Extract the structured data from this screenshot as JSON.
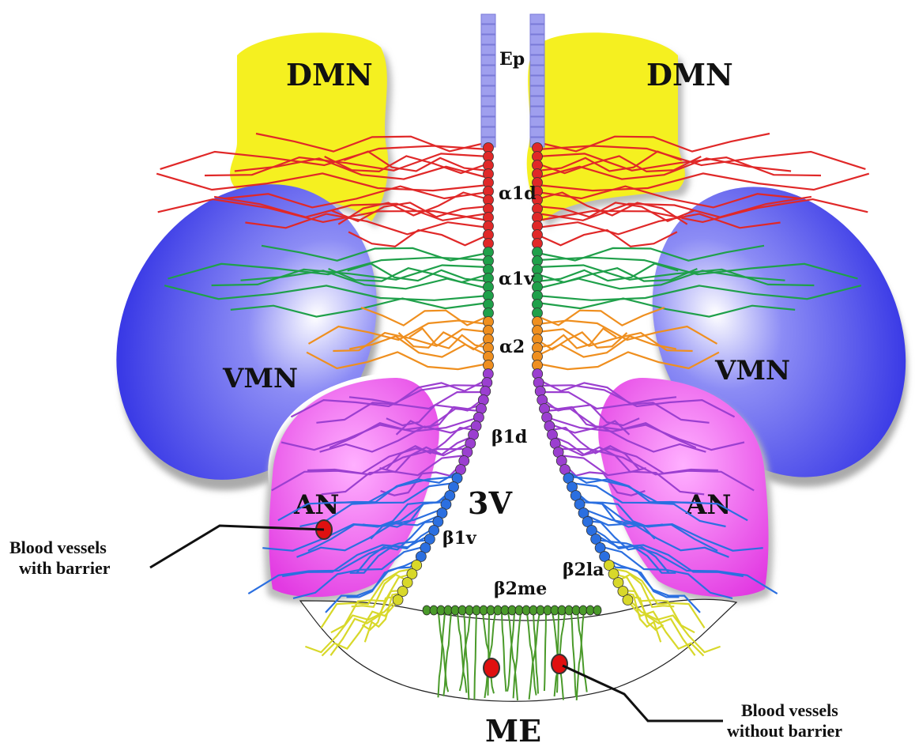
{
  "regions": {
    "dmn_left": "DMN",
    "dmn_right": "DMN",
    "vmn_left": "VMN",
    "vmn_right": "VMN",
    "an_left": "AN",
    "an_right": "AN",
    "third_ventricle": "3V",
    "median_eminence": "ME"
  },
  "cell_labels": {
    "ependymal": "Ep",
    "alpha1d": "α1d",
    "alpha1v": "α1v",
    "alpha2": "α2",
    "beta1d": "β1d",
    "beta1v": "β1v",
    "beta2me": "β2me",
    "beta2la": "β2la"
  },
  "annotations": {
    "barrier_line1": "Blood vessels",
    "barrier_line2": "with barrier",
    "nobarrier_line1": "Blood vessels",
    "nobarrier_line2": "without barrier"
  },
  "colors": {
    "dmn": "#f5f020",
    "vmn": "#5a5af0",
    "an": "#ee3cee",
    "ependymal": "#9f9fee",
    "alpha1d": "#e02828",
    "alpha1v": "#1fa04a",
    "alpha2": "#ef8f1f",
    "beta1d": "#9b3fd0",
    "beta1v": "#2b6fe0",
    "beta2la": "#d8d82a",
    "beta2me": "#4a9a2a",
    "vessel": "#e01010"
  }
}
